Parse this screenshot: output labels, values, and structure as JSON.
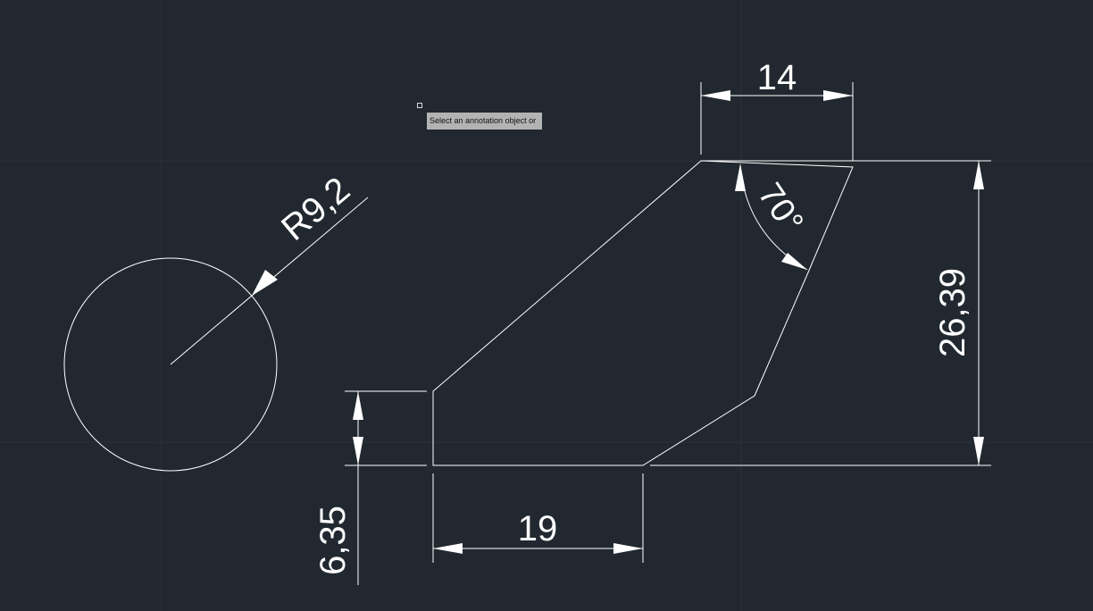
{
  "tooltip": {
    "text": "Select an annotation object or"
  },
  "dimensions": {
    "radius": "R9,2",
    "top_width": "14",
    "angle": "70°",
    "height": "26,39",
    "left_height": "6,35",
    "bottom_width": "19"
  },
  "colors": {
    "background": "#212830",
    "geometry": "#ffffff",
    "tooltip_bg": "#b3b3b3"
  }
}
